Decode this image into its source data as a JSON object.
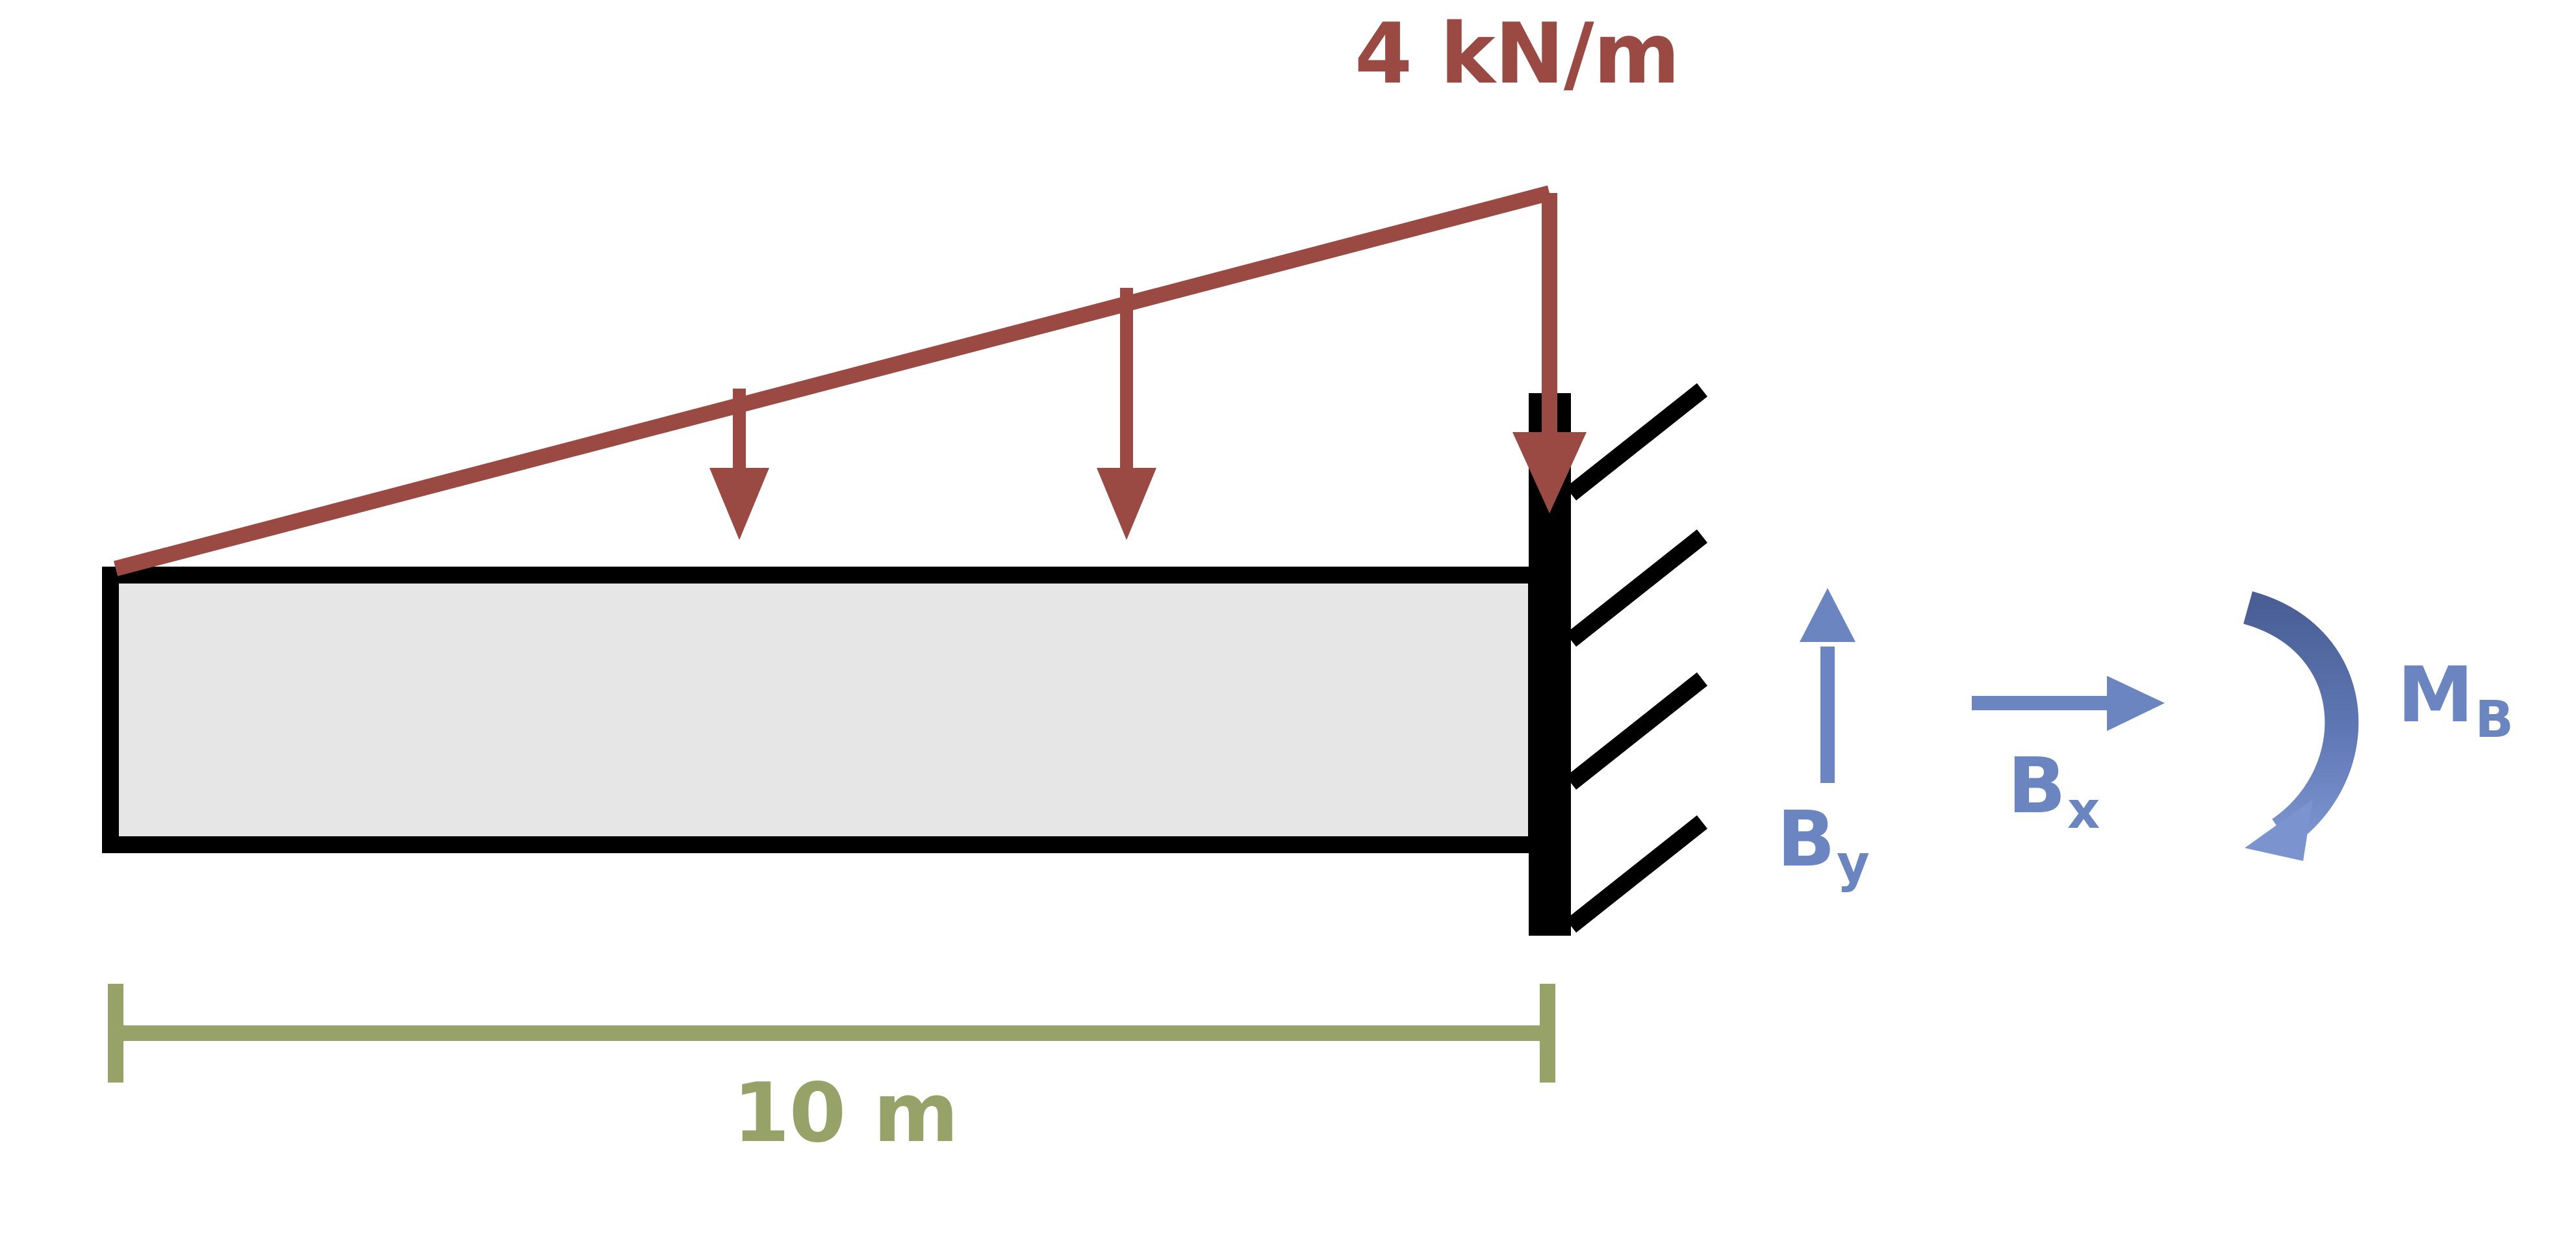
{
  "diagram": {
    "title": "cantilever-beam-free-body-diagram",
    "type": "structural-free-body-diagram"
  },
  "load": {
    "label": "4 kN/m",
    "color": "#9a4a42",
    "kind": "triangular-distributed-load",
    "peak_value": 4,
    "peak_units": "kN/m",
    "min_value": 0,
    "peak_side": "right"
  },
  "beam": {
    "fill_color": "#e6e6e6",
    "stroke_color": "#000000",
    "length_value": 10,
    "length_units": "m"
  },
  "support": {
    "kind": "fixed-support",
    "location": "right",
    "color": "#000000",
    "hatch_count": 4
  },
  "dimension": {
    "label": "10 m",
    "color": "#97a269",
    "value": 10,
    "units": "m"
  },
  "reactions": {
    "color": "#6b85c0",
    "vertical": {
      "base": "B",
      "sub": "y",
      "direction": "up"
    },
    "horizontal": {
      "base": "B",
      "sub": "x",
      "direction": "right"
    },
    "moment": {
      "base": "M",
      "sub": "B",
      "direction": "counterclockwise"
    }
  },
  "icons": {
    "load_arrow": "down-arrow-icon",
    "reaction_up_arrow": "up-arrow-icon",
    "reaction_right_arrow": "right-arrow-icon",
    "moment_arc_arrow": "curved-arrow-icon",
    "hatch": "hatch-line-icon",
    "dimension_tick": "dimension-tick-icon"
  }
}
